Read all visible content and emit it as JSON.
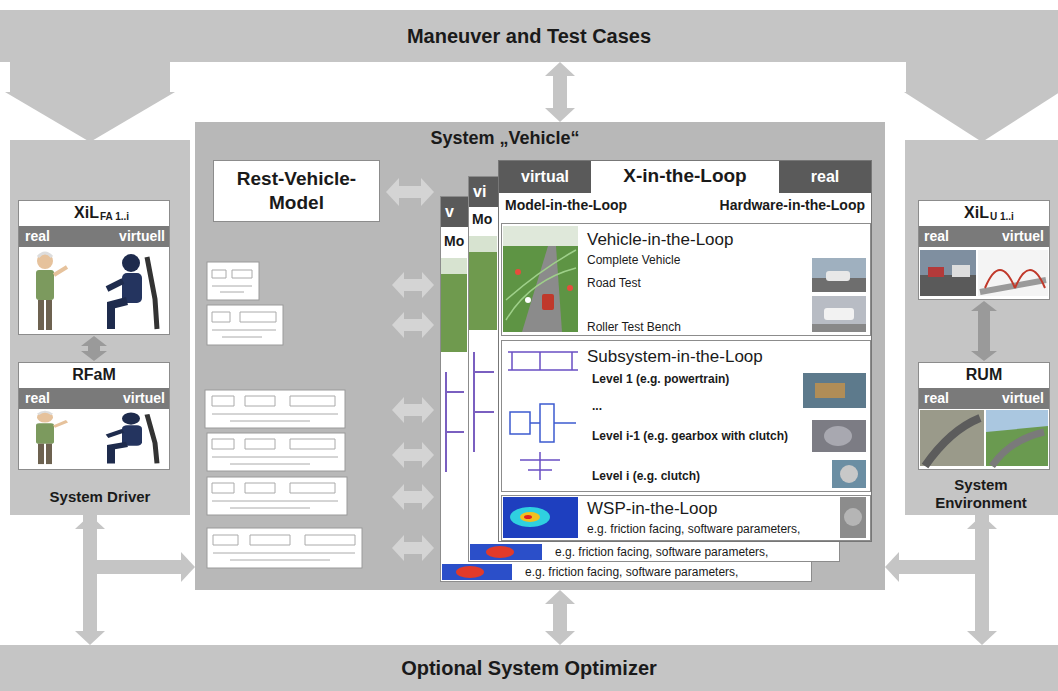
{
  "diagram": {
    "nodes": [
      {
        "text": [
          "Maneuver and Test Cases"
        ]
      },
      {
        "text": [
          "System Driver"
        ]
      },
      {
        "text": [
          "XiL",
          "FA 1..i",
          "real",
          "virtuell"
        ],
        "in": 1
      },
      {
        "text": [
          "RFaM",
          "real",
          "virtuel"
        ],
        "in": 1
      },
      {
        "text": [
          "System „Vehicle“"
        ]
      },
      {
        "text": [
          "Rest-Vehicle-Model"
        ],
        "in": 4
      },
      {
        "text": [
          "v",
          "Mo",
          "e.g. friction facing, software parameters,"
        ],
        "in": 4
      },
      {
        "text": [
          "vi",
          "Mo",
          "e.g. friction facing, software parameters,"
        ],
        "in": 4
      },
      {
        "text": [
          "virtual",
          "X-in-the-Loop",
          "real",
          "Model-in-the-Loop",
          "Hardware-in-the-Loop"
        ],
        "in": 4
      },
      {
        "text": [
          "Vehicle-in-the-Loop",
          "Complete Vehicle",
          "Road Test",
          "Roller Test Bench"
        ],
        "in": 8
      },
      {
        "text": [
          "Subsystem-in-the-Loop",
          "Level 1 (e.g. powertrain)",
          "...",
          "Level i-1 (e.g. gearbox with clutch)",
          "Level i (e.g. clutch)"
        ],
        "in": 8
      },
      {
        "text": [
          "WSP-in-the-Loop",
          "e.g. friction facing, software parameters,"
        ],
        "in": 8
      },
      {
        "text": [
          "System Environment"
        ]
      },
      {
        "text": [
          "XiL",
          "U 1..i",
          "real",
          "virtuel"
        ],
        "in": 12
      },
      {
        "text": [
          "RUM",
          "real",
          "virtuel"
        ],
        "in": 12
      },
      {
        "text": [
          "Optional System Optimizer"
        ]
      }
    ],
    "edges": [
      {
        "from": 0,
        "to": 4,
        "arrow": "both"
      },
      {
        "from": 0,
        "to": 1,
        "arrow": "to"
      },
      {
        "from": 0,
        "to": 12,
        "arrow": "to"
      },
      {
        "from": 2,
        "to": 3,
        "arrow": "both"
      },
      {
        "from": 13,
        "to": 14,
        "arrow": "both"
      },
      {
        "from": 5,
        "to": 6,
        "arrow": "both"
      },
      {
        "from": 4,
        "to": 15,
        "arrow": "both"
      },
      {
        "from": 1,
        "to": 15,
        "arrow": "both"
      },
      {
        "from": 1,
        "to": 4,
        "arrow": "to"
      },
      {
        "from": 12,
        "to": 15,
        "arrow": "both"
      },
      {
        "from": 12,
        "to": 4,
        "arrow": "to"
      }
    ]
  }
}
